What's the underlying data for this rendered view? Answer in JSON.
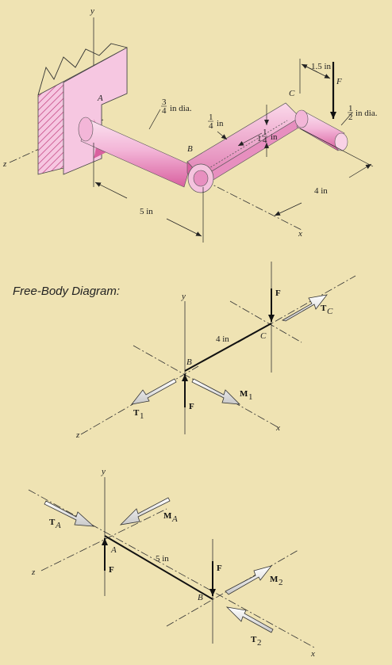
{
  "colors": {
    "background": "#efe3b3",
    "part": "#f3b6d8",
    "part_dark": "#d9609f",
    "wall": "#f6c7e1"
  },
  "top": {
    "axis_y": "y",
    "axis_z": "z",
    "axis_x": "x",
    "pt_a": "A",
    "pt_b": "B",
    "pt_c": "C",
    "force": "F",
    "dia_34_num": "3",
    "dia_34_den": "4",
    "dia_34_text": "in dia.",
    "t_14_num": "1",
    "t_14_den": "4",
    "t_14_unit": "in",
    "w_114_whole": "1",
    "w_114_num": "1",
    "w_114_den": "4",
    "w_114_unit": "in",
    "dia_12_num": "1",
    "dia_12_den": "2",
    "dia_12_text": "in dia.",
    "dim_15": "1.5 in",
    "dim_4": "4 in",
    "dim_5": "5 in"
  },
  "fbd_title": "Free-Body Diagram:",
  "mid": {
    "axis_y": "y",
    "axis_z": "z",
    "axis_x": "x",
    "pt_b": "B",
    "pt_c": "C",
    "force_top": "F",
    "force_bot": "F",
    "dim_4": "4 in",
    "tc": "T",
    "tc_sub": "C",
    "t1": "T",
    "t1_sub": "1",
    "m1": "M",
    "m1_sub": "1"
  },
  "bot": {
    "axis_y": "y",
    "axis_z": "z",
    "axis_x": "x",
    "pt_a": "A",
    "pt_b": "B",
    "force_a": "F",
    "force_b": "F",
    "dim_5": "5 in",
    "ta": "T",
    "ta_sub": "A",
    "ma": "M",
    "ma_sub": "A",
    "m2": "M",
    "m2_sub": "2",
    "t2": "T",
    "t2_sub": "2"
  }
}
